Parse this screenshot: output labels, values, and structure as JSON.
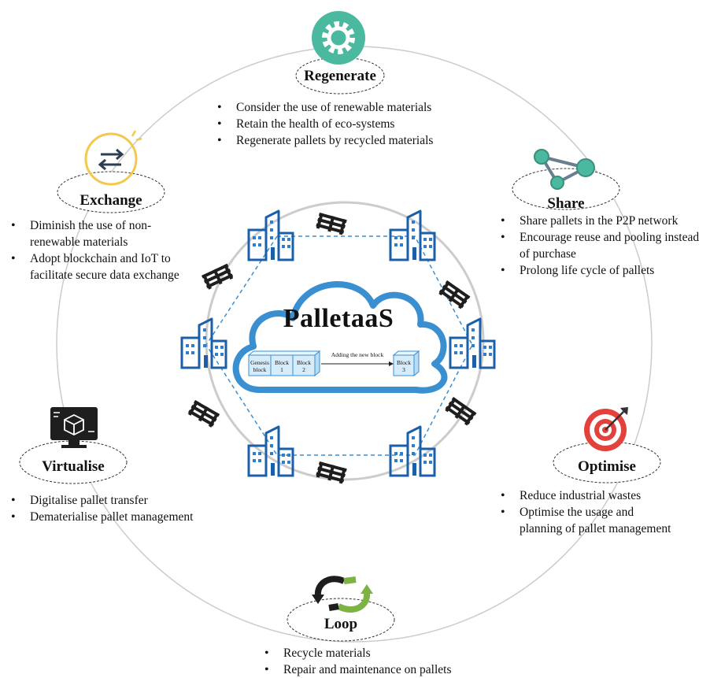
{
  "center": {
    "title": "PalletaaS",
    "blocks": [
      {
        "line1": "Genesis",
        "line2": "block"
      },
      {
        "line1": "Block",
        "line2": "1"
      },
      {
        "line1": "Block",
        "line2": "2"
      },
      {
        "line1": "Block",
        "line2": "3"
      }
    ],
    "arrow_label": "Adding the new block"
  },
  "nodes": {
    "regenerate": {
      "label": "Regenerate",
      "icon": "gear-icon",
      "color": "#4bb8a0",
      "bullets": [
        "Consider the use of renewable materials",
        "Retain the health of eco-systems",
        "Regenerate pallets by recycled materials"
      ]
    },
    "share": {
      "label": "Share",
      "icon": "share-network-icon",
      "color": "#4bb8a0",
      "bullets": [
        "Share pallets in the P2P network",
        "Encourage reuse and pooling instead of purchase",
        "Prolong life cycle of pallets"
      ]
    },
    "optimise": {
      "label": "Optimise",
      "icon": "target-icon",
      "color": "#e5413c",
      "bullets": [
        "Reduce industrial wastes",
        "Optimise the usage and planning of pallet management"
      ]
    },
    "loop": {
      "label": "Loop",
      "icon": "recycle-arrows-icon",
      "color": "#7cb342",
      "bullets": [
        "Recycle materials",
        "Repair and maintenance on pallets"
      ]
    },
    "virtualise": {
      "label": "Virtualise",
      "icon": "monitor-cube-icon",
      "color": "#1e1e1e",
      "bullets": [
        "Digitalise pallet transfer",
        "Dematerialise pallet management"
      ]
    },
    "exchange": {
      "label": "Exchange",
      "icon": "exchange-arrows-icon",
      "color": "#f2c94c",
      "bullets": [
        "Diminish the use of non-renewable materials",
        "Adopt blockchain and IoT to facilitate secure data exchange"
      ]
    }
  },
  "colors": {
    "accent_blue": "#3a8fd1",
    "building_blue": "#1b5fa8",
    "outer_ring": "#cccccc"
  }
}
